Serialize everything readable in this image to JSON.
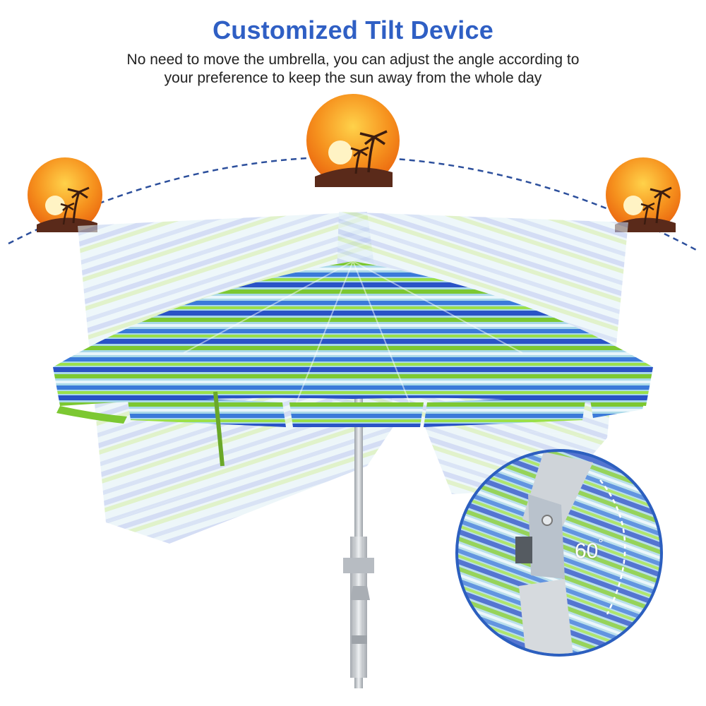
{
  "header": {
    "title": "Customized Tilt Device",
    "subtitle_line1": "No need to move the umbrella, you can adjust the angle according to",
    "subtitle_line2": "your preference to keep the sun away from the whole day"
  },
  "detail": {
    "angle_value": "60",
    "angle_unit": "°"
  },
  "colors": {
    "title": "#2f5fc4",
    "stripe_blue": "#2a53c6",
    "stripe_green": "#7cc832",
    "stripe_light": "#a9d8e8",
    "sun_orange": "#f07a12",
    "pole": "#c9cdd2"
  }
}
